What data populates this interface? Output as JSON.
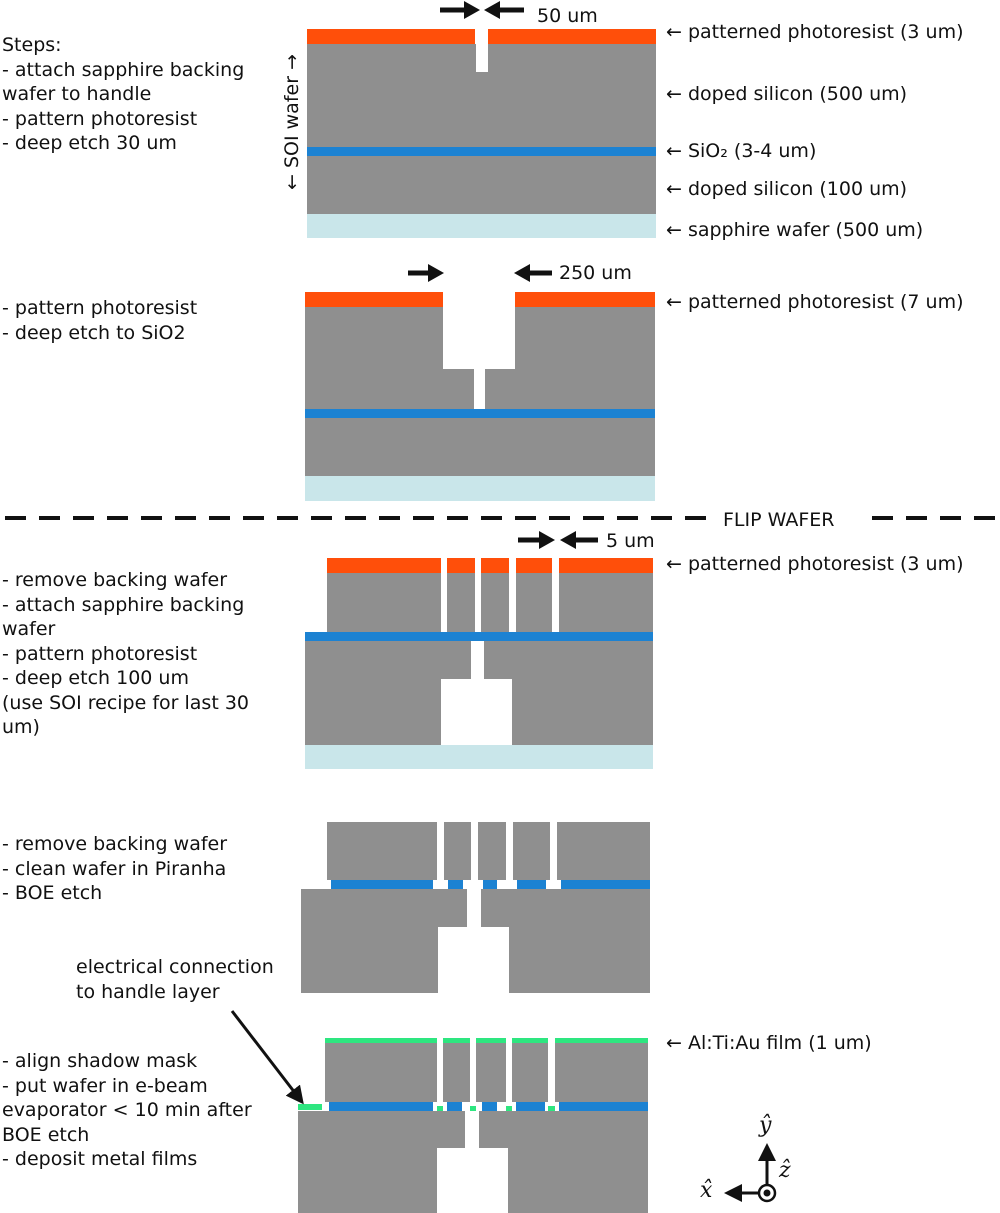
{
  "colors": {
    "silicon": "#8f8f8f",
    "photoresist": "#ff4f0a",
    "oxide": "#1c82d2",
    "sapphire": "#c9e6ea",
    "metal": "#2ee680",
    "text": "#111111"
  },
  "step1": {
    "title": "Steps:",
    "lines": [
      "- attach sapphire backing",
      "wafer to handle",
      "- pattern photoresist",
      "- deep etch 30 um"
    ],
    "dim": "50 um",
    "wafer_label": "← SOI wafer →",
    "layers": [
      "← patterned photoresist (3 um)",
      "← doped silicon (500 um)",
      "← SiO₂ (3-4 um)",
      "← doped silicon (100 um)",
      "← sapphire wafer (500 um)"
    ]
  },
  "step2": {
    "lines": [
      "- pattern photoresist",
      "- deep etch to SiO2"
    ],
    "dim": "250 um",
    "layer": "← patterned photoresist (7 um)"
  },
  "flip_label": "FLIP WAFER",
  "step3": {
    "lines": [
      "- remove backing wafer",
      "- attach sapphire backing",
      "wafer",
      "- pattern photoresist",
      "- deep etch 100 um",
      "(use SOI recipe for last 30",
      "um)"
    ],
    "dim": "5 um",
    "layer": "← patterned photoresist (3 um)"
  },
  "step4": {
    "lines": [
      "- remove backing wafer",
      "- clean wafer in Piranha",
      "- BOE etch"
    ]
  },
  "step5": {
    "callout": [
      "electrical connection",
      "to handle layer"
    ],
    "lines": [
      "- align shadow mask",
      "- put wafer in e-beam",
      "evaporator < 10 min after",
      "BOE etch",
      "- deposit metal films"
    ],
    "layer": "← Al:Ti:Au film (1 um)"
  },
  "axes": {
    "y": "ŷ",
    "z": "ẑ",
    "x": "x̂"
  }
}
